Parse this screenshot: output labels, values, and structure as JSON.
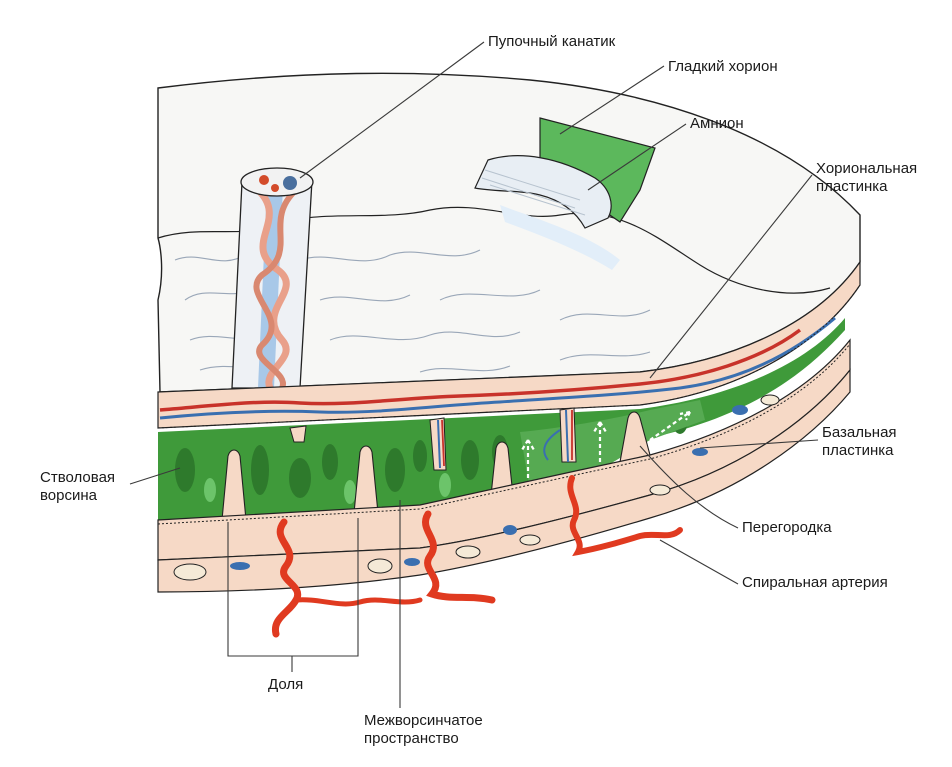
{
  "labels": {
    "umbilical_cord": "Пупочный канатик",
    "smooth_chorion": "Гладкий хорион",
    "amnion": "Амнион",
    "chorionic_plate": [
      "Хориональная",
      "пластинка"
    ],
    "basal_plate": [
      "Базальная",
      "пластинка"
    ],
    "septum": "Перегородка",
    "spiral_artery": "Спиральная артерия",
    "stem_villus": [
      "Стволовая",
      "ворсина"
    ],
    "lobe": "Доля",
    "intervillous_space": [
      "Межворсинчатое",
      "пространство"
    ]
  },
  "colors": {
    "amnion_green": "#5cb85c",
    "villus_green": "#3f9a3a",
    "villus_dark": "#2e7a2c",
    "decidua_pink": "#f6d9c6",
    "artery_red": "#e03a20",
    "vein_blue": "#3a6fb0",
    "cord_blue": "#a8c8e8",
    "membrane_white": "#f7f7f5"
  }
}
